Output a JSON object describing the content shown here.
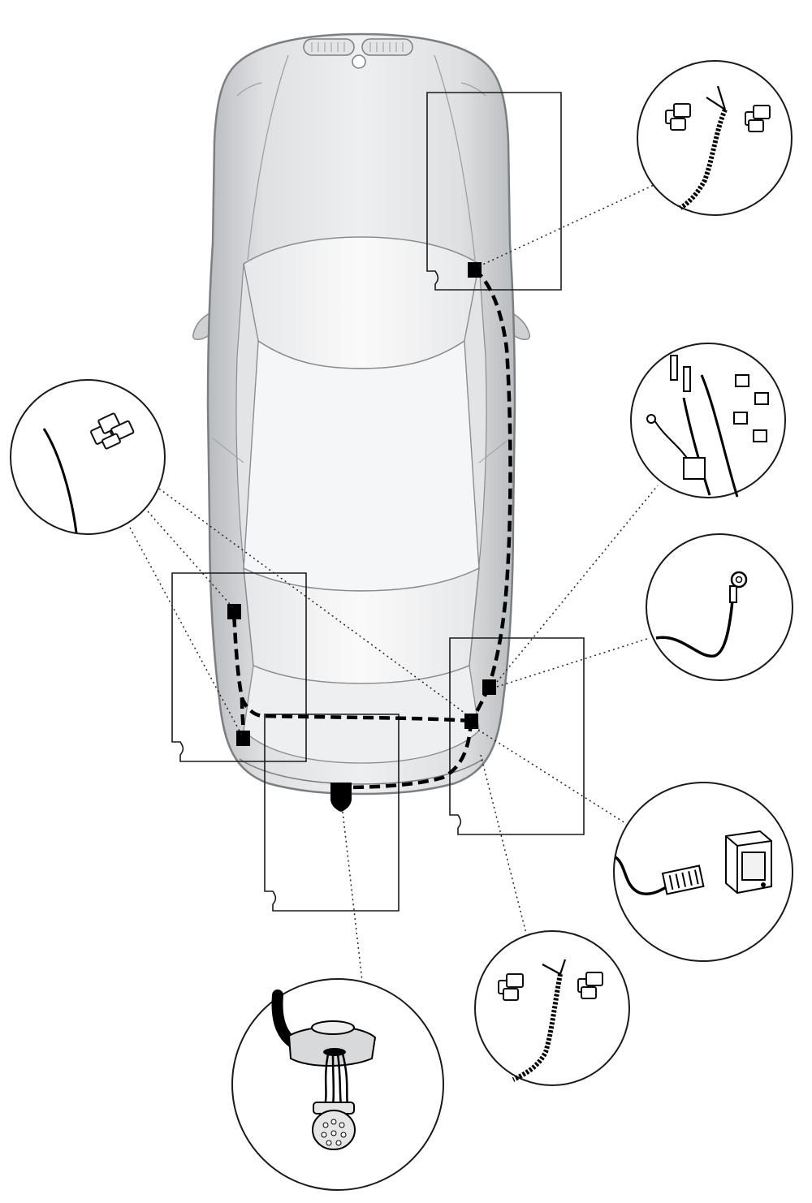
{
  "diagram": {
    "subject": "car-top-view-wiring-harness-routing",
    "harness_color": "#000000",
    "car_body_color": "#d4d6d8",
    "car_glass_color": "#f1f2f3",
    "leader_style": "dotted",
    "callouts": [
      {
        "id": "front-right-splice",
        "icon": "cable-with-two-clips"
      },
      {
        "id": "right-wire-connectors",
        "icon": "wires-with-terminals"
      },
      {
        "id": "ground-ring-terminal",
        "icon": "wire-with-ring-terminal"
      },
      {
        "id": "control-module",
        "icon": "connector-and-module"
      },
      {
        "id": "rear-right-splice",
        "icon": "cable-with-two-clips"
      },
      {
        "id": "trailer-socket",
        "icon": "socket-with-plug"
      },
      {
        "id": "left-lamp-clip",
        "icon": "wire-with-clip"
      }
    ]
  }
}
